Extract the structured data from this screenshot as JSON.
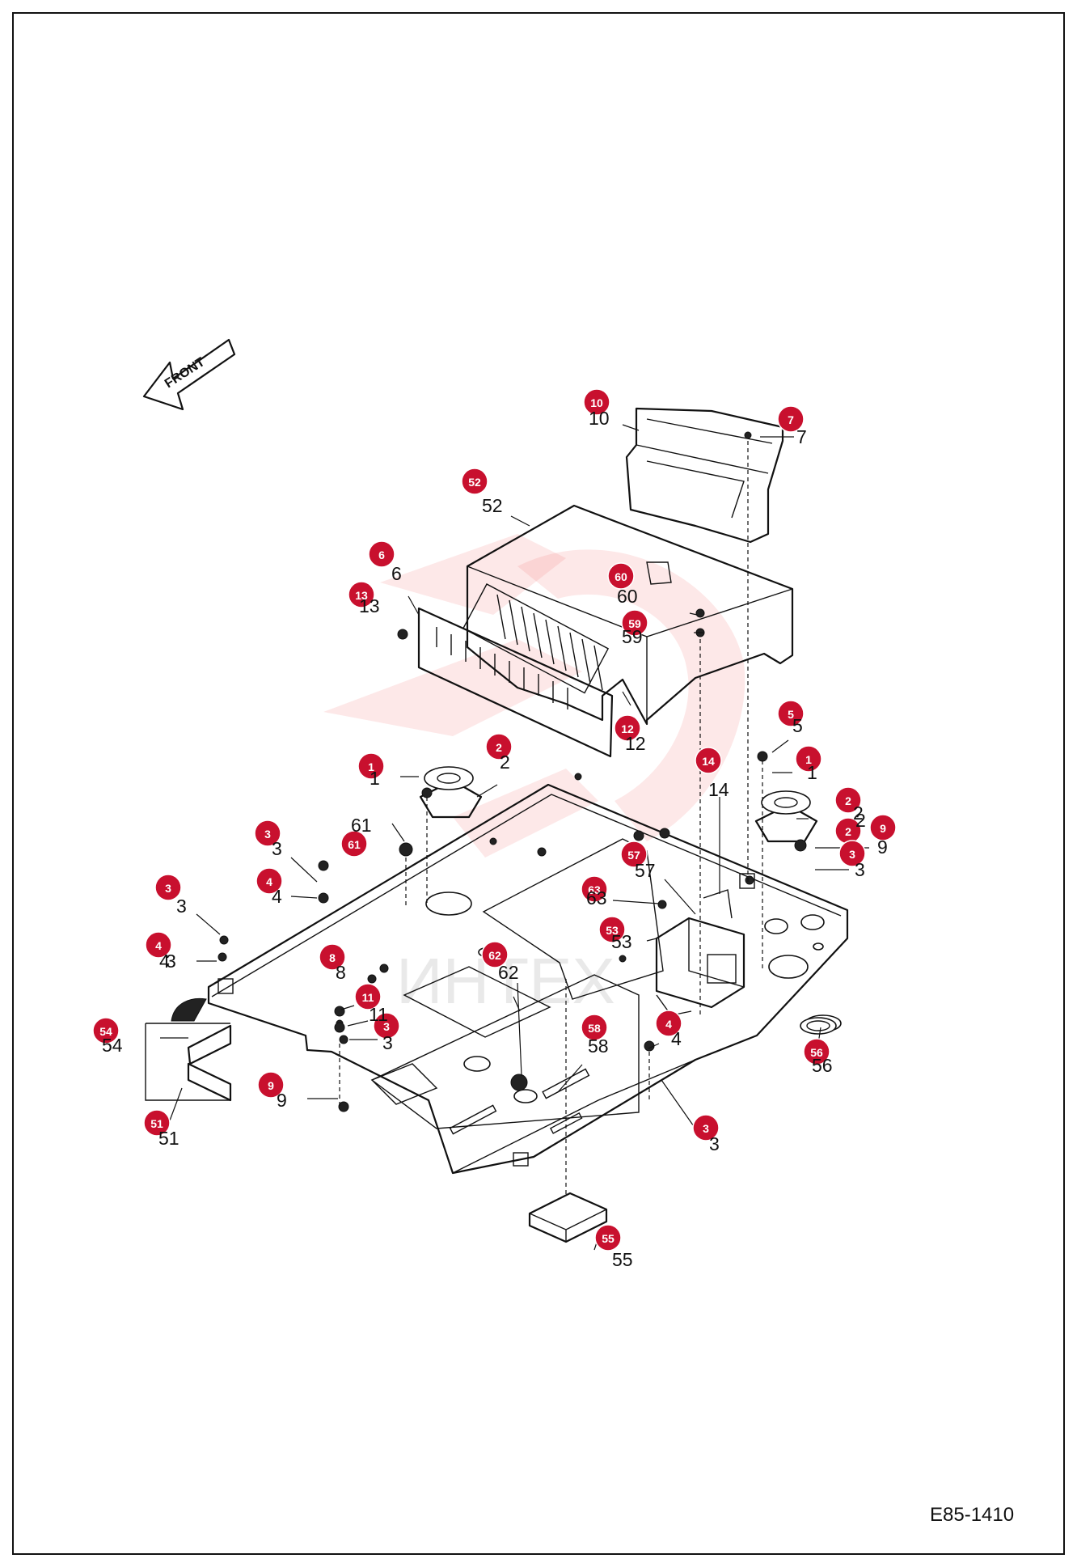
{
  "drawing_code": "E85-1410",
  "direction_label": "FRONT",
  "watermark_text": "ИНТЕХ",
  "badge_color": "#c8102e",
  "callouts": [
    {
      "n": "10"
    },
    {
      "n": "7"
    },
    {
      "n": "52"
    },
    {
      "n": "60"
    },
    {
      "n": "6"
    },
    {
      "n": "13"
    },
    {
      "n": "59"
    },
    {
      "n": "12"
    },
    {
      "n": "5"
    },
    {
      "n": "1"
    },
    {
      "n": "2"
    },
    {
      "n": "14"
    },
    {
      "n": "1"
    },
    {
      "n": "2"
    },
    {
      "n": "61"
    },
    {
      "n": "2"
    },
    {
      "n": "9"
    },
    {
      "n": "3"
    },
    {
      "n": "57"
    },
    {
      "n": "3"
    },
    {
      "n": "4"
    },
    {
      "n": "3"
    },
    {
      "n": "63"
    },
    {
      "n": "53"
    },
    {
      "n": "4"
    },
    {
      "n": "62"
    },
    {
      "n": "8"
    },
    {
      "n": "11"
    },
    {
      "n": "3"
    },
    {
      "n": "4"
    },
    {
      "n": "58"
    },
    {
      "n": "54"
    },
    {
      "n": "56"
    },
    {
      "n": "9"
    },
    {
      "n": "51"
    },
    {
      "n": "3"
    },
    {
      "n": "55"
    }
  ],
  "labels": [
    {
      "t": "10"
    },
    {
      "t": "7"
    },
    {
      "t": "52"
    },
    {
      "t": "6"
    },
    {
      "t": "13"
    },
    {
      "t": "60"
    },
    {
      "t": "59"
    },
    {
      "t": "12"
    },
    {
      "t": "5"
    },
    {
      "t": "1"
    },
    {
      "t": "2"
    },
    {
      "t": "14"
    },
    {
      "t": "1"
    },
    {
      "t": "2"
    },
    {
      "t": "61"
    },
    {
      "t": "2"
    },
    {
      "t": "9"
    },
    {
      "t": "3"
    },
    {
      "t": "57"
    },
    {
      "t": "3"
    },
    {
      "t": "3"
    },
    {
      "t": "4"
    },
    {
      "t": "63"
    },
    {
      "t": "53"
    },
    {
      "t": "3"
    },
    {
      "t": "4"
    },
    {
      "t": "8"
    },
    {
      "t": "62"
    },
    {
      "t": "11"
    },
    {
      "t": "3"
    },
    {
      "t": "4"
    },
    {
      "t": "58"
    },
    {
      "t": "54"
    },
    {
      "t": "56"
    },
    {
      "t": "9"
    },
    {
      "t": "51"
    },
    {
      "t": "3"
    },
    {
      "t": "55"
    }
  ]
}
